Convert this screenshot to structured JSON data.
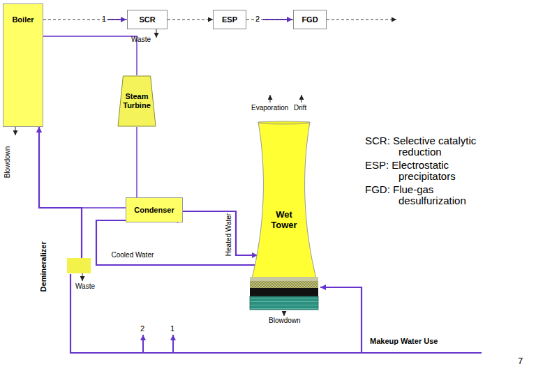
{
  "diagram": {
    "nodes": [
      {
        "text": [
          "Boiler"
        ]
      },
      {
        "text": [
          "SCR"
        ]
      },
      {
        "text": [
          "ESP"
        ]
      },
      {
        "text": [
          "FGD"
        ]
      },
      {
        "text": [
          "Steam Turbine"
        ]
      },
      {
        "text": [
          "Condenser"
        ]
      },
      {
        "text": [
          "Wet Tower"
        ]
      },
      {
        "text": [
          "Demineralizer"
        ]
      }
    ],
    "edges": [
      {
        "from": 0,
        "to": 1,
        "arrow": "none"
      },
      {
        "from": 1,
        "to": 2,
        "arrow": "to"
      },
      {
        "from": 2,
        "to": 3,
        "arrow": "none"
      },
      {
        "from": 0,
        "to": 4,
        "arrow": "none"
      },
      {
        "from": 4,
        "to": 5,
        "arrow": "none"
      },
      {
        "from": 5,
        "to": 0,
        "arrow": "to"
      },
      {
        "from": 5,
        "to": 6,
        "label": "Heated Water",
        "arrow": "to"
      },
      {
        "from": 6,
        "to": 5,
        "label": "Cooled Water",
        "arrow": "to"
      },
      {
        "from": 7,
        "to": 0,
        "arrow": "to"
      }
    ],
    "labels": [
      "1",
      "Waste",
      "2",
      "Blowdown",
      "SCR: Selective catalytic reduction",
      "ESP: Electrostatic precipitators",
      "FGD: Flue-gas desulfurization",
      "Evaporation",
      "Drift",
      "Waste",
      "Blowdown",
      "2",
      "1",
      "Makeup Water Use",
      "7"
    ]
  }
}
